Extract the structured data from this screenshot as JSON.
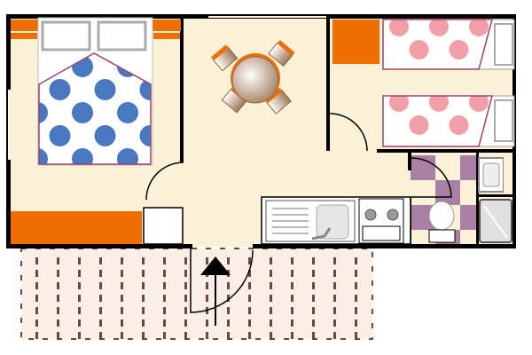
{
  "colors": {
    "floor": "#fbf1d6",
    "wall": "#000000",
    "furniture_orange": "#ee6f00",
    "double_bed_dots": "#4a78c0",
    "bunk_bed_dots": "#f2a0a8",
    "bathroom_tile": "#a97fa4",
    "terrace": "#f9efe6",
    "terrace_posts": "#6b4a3a"
  },
  "rooms": [
    "bedroom-double",
    "living-dining",
    "bedroom-twin",
    "kitchen",
    "bathroom",
    "terrace"
  ]
}
